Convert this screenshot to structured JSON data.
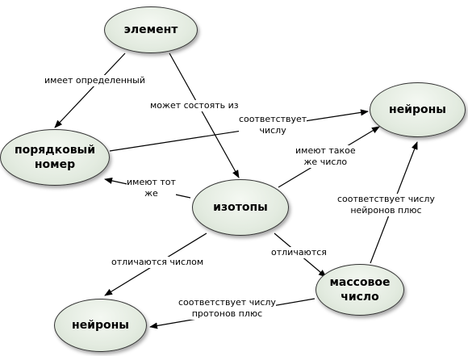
{
  "nodes": {
    "element": "элемент",
    "neurons_top": "нейроны",
    "ordinal_number_l1": "порядковый",
    "ordinal_number_l2": "номер",
    "isotopes": "изотопы",
    "mass_number_l1": "массовое",
    "mass_number_l2": "число",
    "neurons_bottom": "нейроны"
  },
  "edges": {
    "has_definite": "имеет определенный",
    "may_consist_of": "может состоять из",
    "corresponds_number_l1": "соответствует",
    "corresponds_number_l2": "числу",
    "same_number_l1": "имеют такое",
    "same_number_l2": "же число",
    "have_same_l1": "имеют тот",
    "have_same_l2": "же",
    "corresponds_neurons_plus_l1": "соответствует числу",
    "corresponds_neurons_plus_l2": "нейронов плюс",
    "differ_by_number": "отличаются числом",
    "differ": "отличаются",
    "corresponds_protons_plus_l1": "соответствует числу",
    "corresponds_protons_plus_l2": "протонов плюс"
  }
}
